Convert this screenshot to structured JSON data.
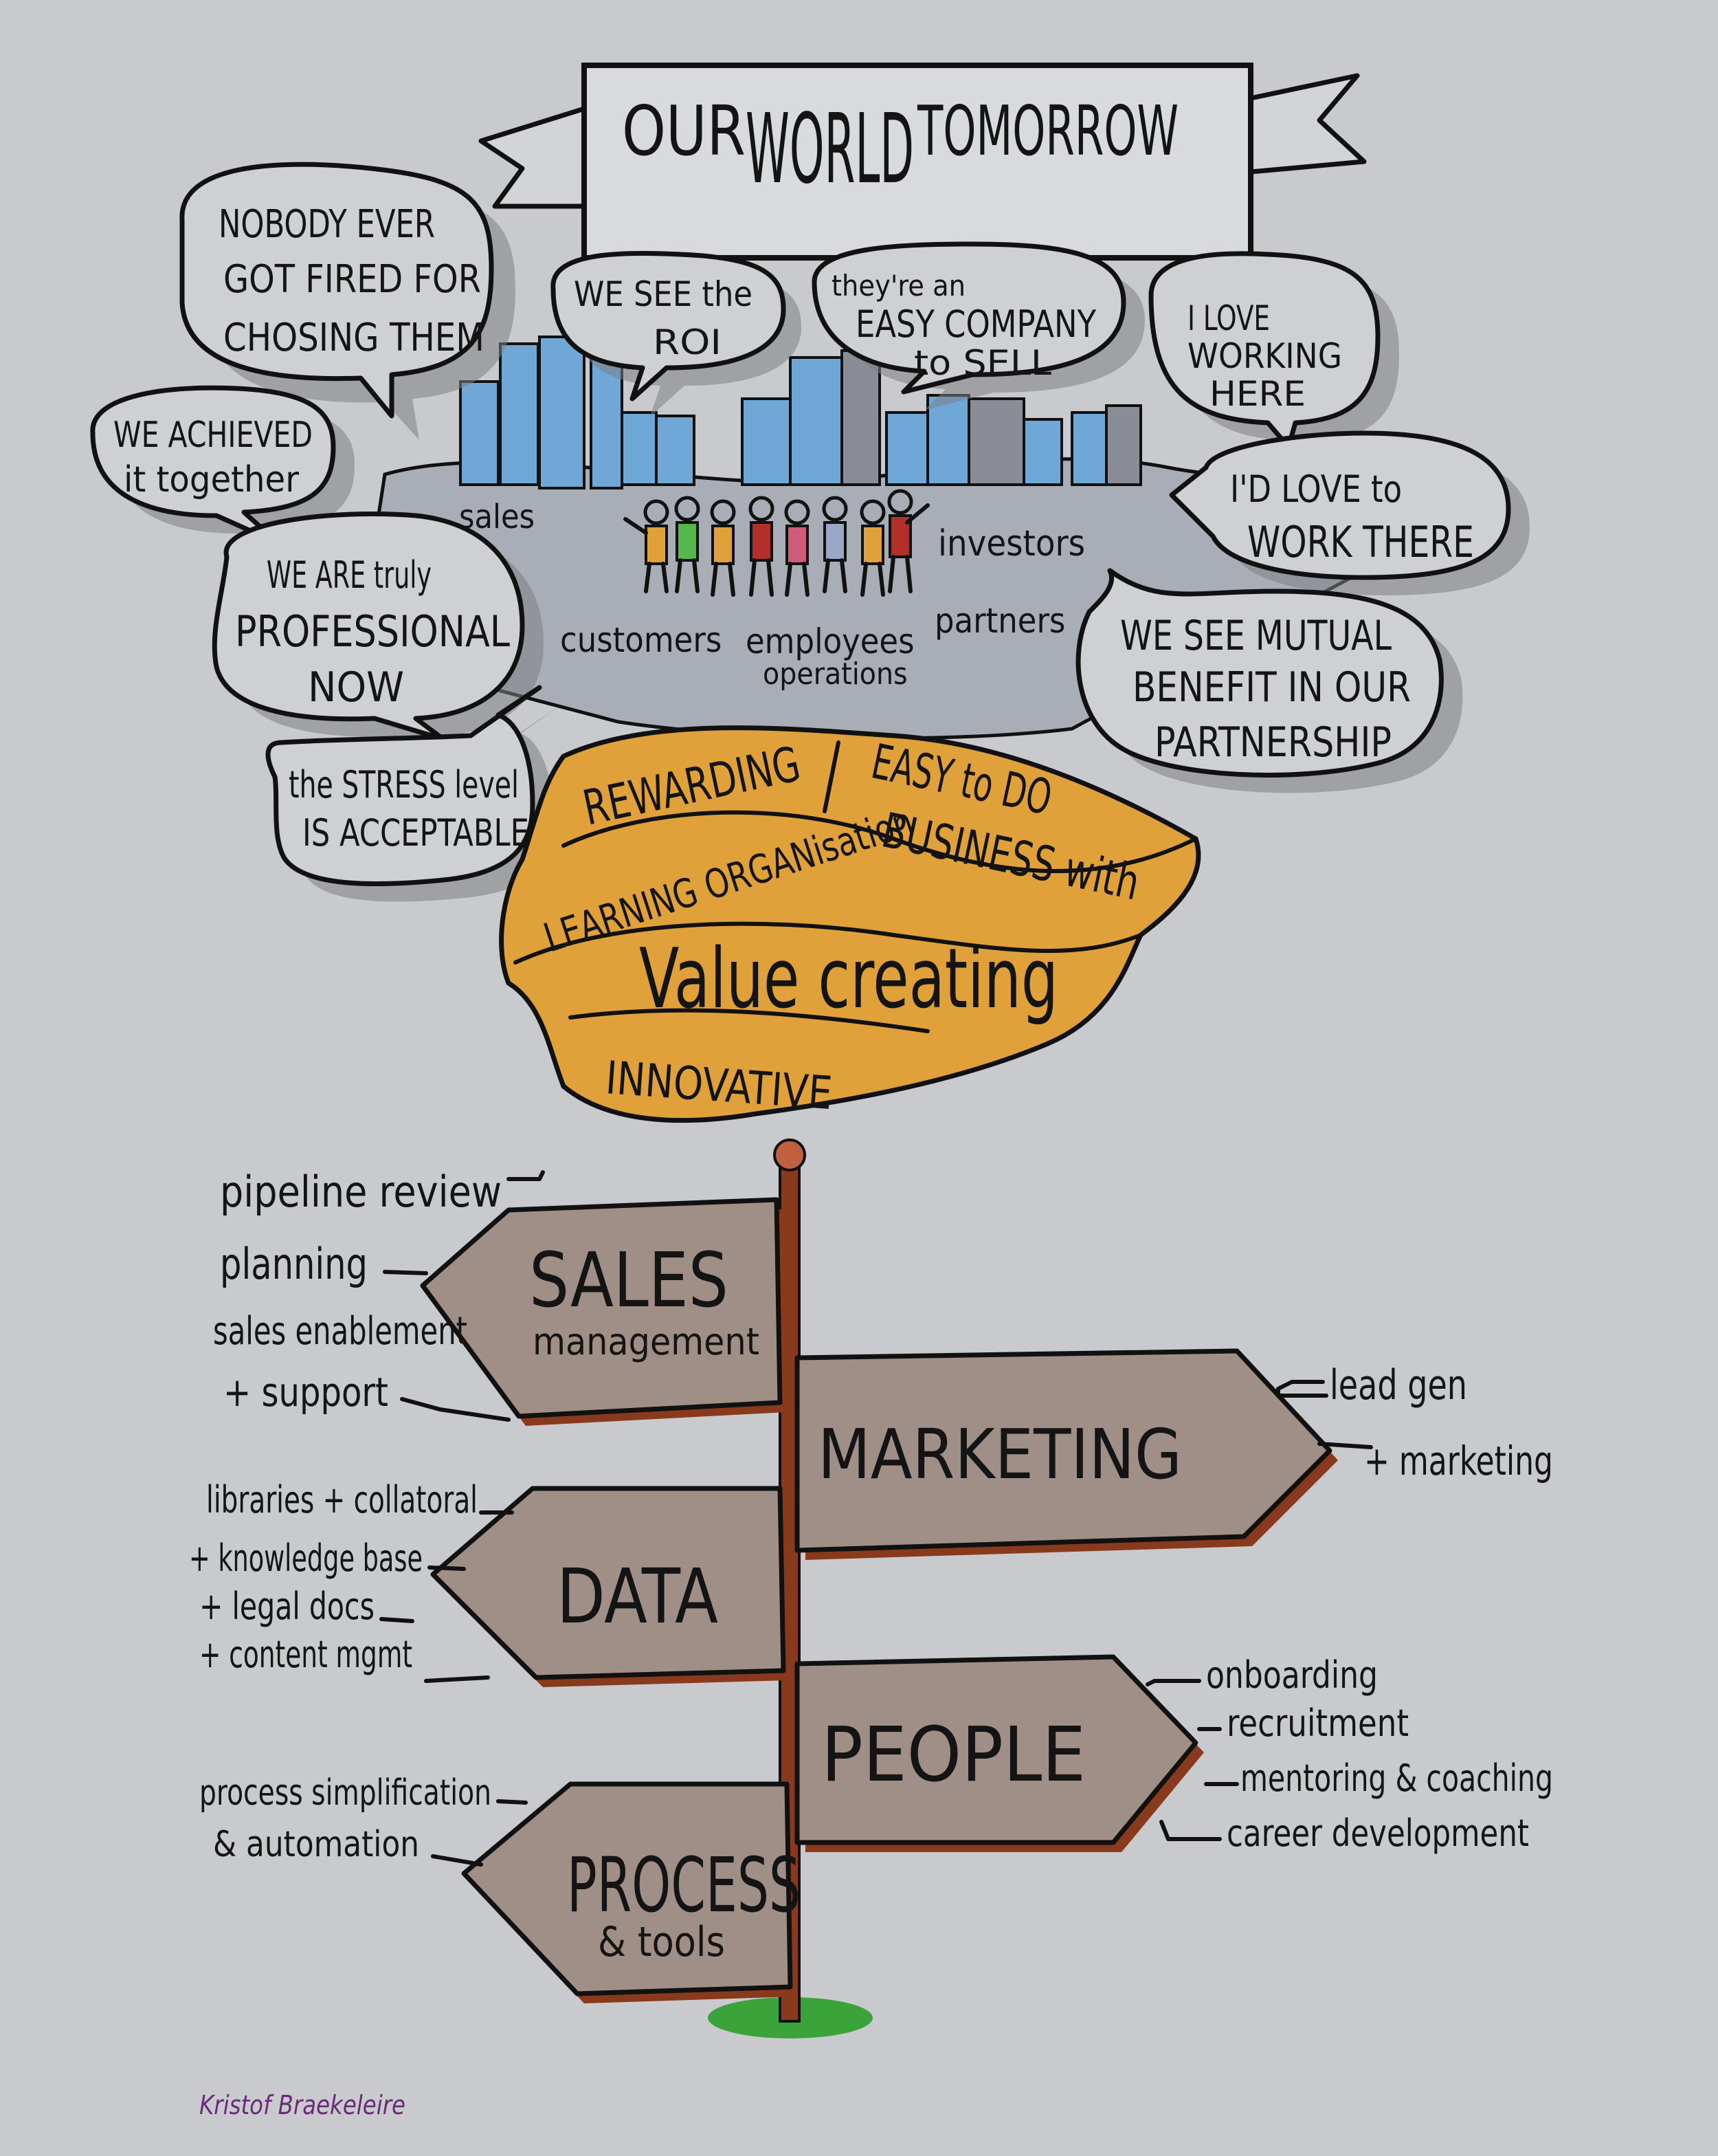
{
  "title": {
    "part1": "OUR",
    "part2": "WORLD",
    "part3": "TOMORROW"
  },
  "bubbles": {
    "fired": [
      "NOBODY EVER",
      "GOT FIRED FOR",
      "CHOSING THEM"
    ],
    "roi": [
      "WE SEE the",
      "ROI"
    ],
    "easy": [
      "they're an",
      "EASY COMPANY",
      "to SELL"
    ],
    "love": [
      "I LOVE",
      "WORKING",
      "HERE"
    ],
    "achieved": [
      "WE ACHIEVED",
      "it together"
    ],
    "love_there": [
      "I'D LOVE to",
      "WORK THERE"
    ],
    "professional": [
      "WE ARE truly",
      "PROFESSIONAL",
      "NOW"
    ],
    "mutual": [
      "WE SEE MUTUAL",
      "BENEFIT IN OUR",
      "PARTNERSHIP"
    ],
    "stress": [
      "the STRESS level",
      "IS ACCEPTABLE"
    ]
  },
  "stakeholders": {
    "sales": "sales",
    "investors": "investors",
    "customers": "customers",
    "employees": "employees",
    "operations": "operations",
    "partners": "partners"
  },
  "values": {
    "rewarding": "REWARDING",
    "easy": "EASY to DO",
    "business": "BUSINESS with",
    "learning": "LEARNING ORGANisation",
    "value_creating": "Value creating",
    "innovative": "INNOVATIVE"
  },
  "signs": {
    "sales": {
      "label": "SALES",
      "sub": "management",
      "notes": [
        "pipeline review",
        "planning",
        "sales enablement",
        "+ support"
      ]
    },
    "marketing": {
      "label": "MARKETING",
      "notes": [
        "lead gen",
        "+ marketing"
      ]
    },
    "data": {
      "label": "DATA",
      "notes": [
        "libraries + collatoral",
        "+ knowledge base",
        "+ legal docs",
        "+ content mgmt"
      ]
    },
    "people": {
      "label": "PEOPLE",
      "notes": [
        "onboarding",
        "recruitment",
        "mentoring & coaching",
        "career development"
      ]
    },
    "process": {
      "label": "PROCESS",
      "sub": "& tools",
      "notes": [
        "process simplification",
        "& automation"
      ]
    }
  },
  "signature": "Kristof Braekeleire",
  "colors": {
    "background": "#c9cacd",
    "cloud": "#cfd0d4",
    "crowd_area": "#a8adb6",
    "orange": "#e0a13a",
    "sign": "#a08f86",
    "sign_edge": "#8a3a1c",
    "pole": "#8a3a1c",
    "grass": "#3aa33a",
    "buildings_blue": "#6fa7d6",
    "buildings_gray": "#8a8d95",
    "signature": "#6a2a7a"
  }
}
